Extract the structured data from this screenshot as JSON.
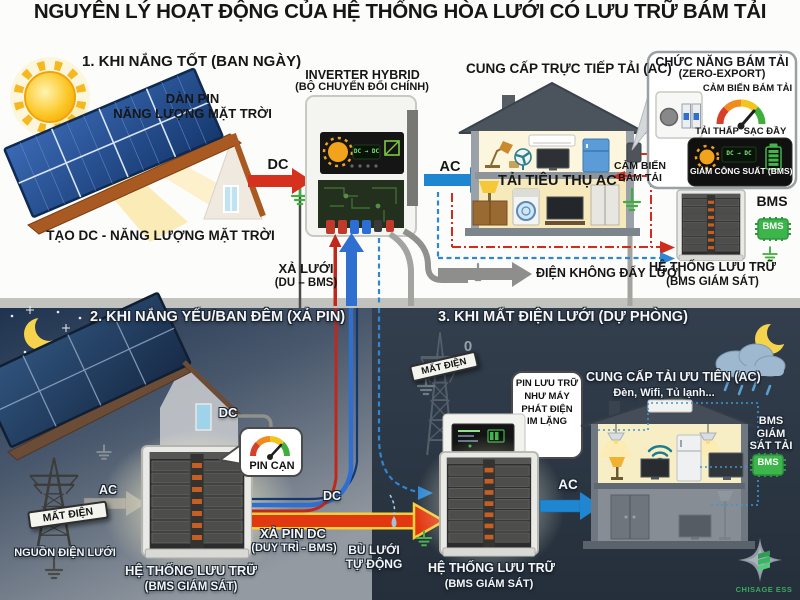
{
  "title": "NGUYÊN LÝ HOẠT ĐỘNG CỦA HỆ THỐNG HÒA LƯỚI CÓ LƯU TRỮ BÁM TẢI",
  "colors": {
    "dc_red": "#d6301f",
    "ac_blue": "#1f86d2",
    "bms_green": "#3cb54a",
    "sun_orange": "#f2a31c",
    "night_sky": "#22364e",
    "backup_bg": "#2d3947"
  },
  "section1": {
    "heading": "1. KHI NẮNG TỐT (BAN NGÀY)",
    "pv_label_line1": "DÀN PIN",
    "pv_label_line2": "NĂNG LƯỢNG MẶT TRỜI",
    "pv_caption": "TẠO DC - NĂNG LƯỢNG MẶT TRỜI",
    "dc_label": "DC",
    "inverter_title": "INVERTER HYBRID",
    "inverter_subtitle": "(BỘ CHUYỂN ĐỔI CHÍNH)",
    "inverter_display": "DC → DC",
    "ac_label": "AC",
    "grid_discharge_line1": "XẢ LƯỚI",
    "grid_discharge_line2": "(DU – BMS)",
    "house_heading": "CUNG CẤP TRỰC TIẾP TẢI (AC)",
    "load_label": "TẢI TIÊU THỤ AC",
    "sensor_callout_line1": "CẢM BIẾN",
    "sensor_callout_line2": "BÁM TẢI",
    "no_export_label": "ĐIỆN KHÔNG ĐẨY LƯỚI",
    "zero_export": {
      "heading": "CHỨC NĂNG BÁM TẢI",
      "subheading": "(ZERO-EXPORT)",
      "sensor_label": "CẢM BIẾN BÁM TẢI",
      "gauge_low": "TẢI THẤP",
      "gauge_full": "SẠC ĐẦY",
      "display": "DC → DC",
      "panel_caption": "GIẢM CÔNG SUẤT (BMS)"
    },
    "storage": {
      "bms_title": "BMS",
      "bms_chip": "BMS",
      "name": "HỆ THỐNG LƯU TRỮ",
      "subtitle": "(BMS GIÁM SÁT)"
    }
  },
  "section2": {
    "heading": "2. KHI NẮNG YẾU/BAN ĐÊM (XẢ PIN)",
    "dc_roof_label": "DC",
    "outage_sign": "MẤT ĐIỆN",
    "grid_source_label": "NGUỒN ĐIỆN LƯỚI",
    "ac_label": "AC",
    "battery_low_callout": "PIN CẠN",
    "storage_name": "HỆ THỐNG LƯU TRỮ",
    "storage_subtitle": "(BMS GIÁM SÁT)",
    "dc_wire_label": "DC",
    "discharge_line1": "XẢ PIN DC",
    "discharge_line2": "(DUY TRÌ - BMS)",
    "compensate_line1": "BÙ LƯỚI",
    "compensate_line2": "TỰ ĐỘNG"
  },
  "section3": {
    "heading": "3. KHI MẤT ĐIỆN LƯỚI (DỰ PHÒNG)",
    "outage_sign": "MẤT ĐIỆN",
    "zero_digit": "0",
    "callout_line1": "PIN LƯU TRỮ",
    "callout_line2": "NHƯ MÁY",
    "callout_line3": "PHÁT ĐIỆN",
    "callout_line4": "IM LẶNG",
    "house_heading": "CUNG CẤP TẢI ƯU TIÊN (AC)",
    "house_subtitle": "Đèn, Wifi, Tủ lạnh...",
    "bms_monitor_line1": "BMS",
    "bms_monitor_line2": "GIÁM",
    "bms_monitor_line3": "SÁT TẢI",
    "bms_chip": "BMS",
    "ac_label": "AC",
    "storage_name": "HỆ THỐNG LƯU TRỮ",
    "storage_subtitle": "(BMS GIÁM SÁT)",
    "logo": "CHISAGE ESS"
  }
}
